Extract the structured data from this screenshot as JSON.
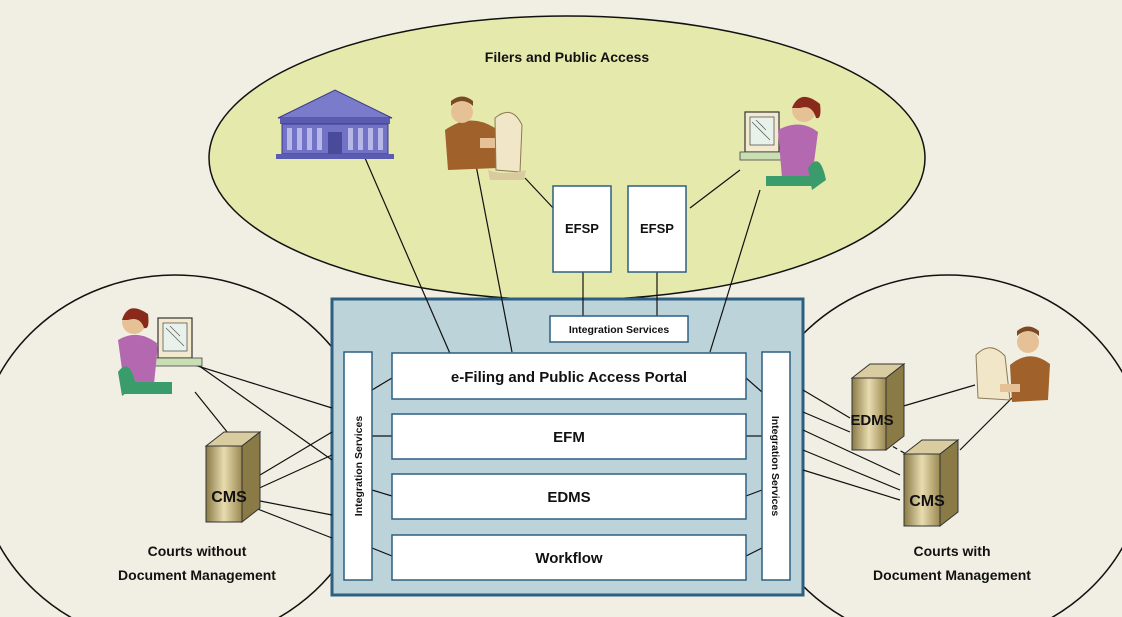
{
  "diagram": {
    "top_region_label": "Filers and Public Access",
    "left_region_label_1": "Courts without",
    "left_region_label_2": "Document Management",
    "right_region_label_1": "Courts with",
    "right_region_label_2": "Document Management",
    "efsp_1": "EFSP",
    "efsp_2": "EFSP",
    "integration_top": "Integration Services",
    "integration_left": "Integration Services",
    "integration_right": "Integration Services",
    "portal": "e-Filing and Public Access Portal",
    "efm": "EFM",
    "edms_layer": "EDMS",
    "workflow": "Workflow",
    "cms_left": "CMS",
    "cms_right": "CMS",
    "edms_server": "EDMS"
  },
  "colors": {
    "background": "#f1efe3",
    "top_ellipse": "#e6e9ac",
    "side_ellipse": "#f1efe3",
    "platform_fill": "#bcd3d9",
    "platform_border": "#2d5f82",
    "box_fill": "#ffffff",
    "building": "#6f6fc4"
  }
}
